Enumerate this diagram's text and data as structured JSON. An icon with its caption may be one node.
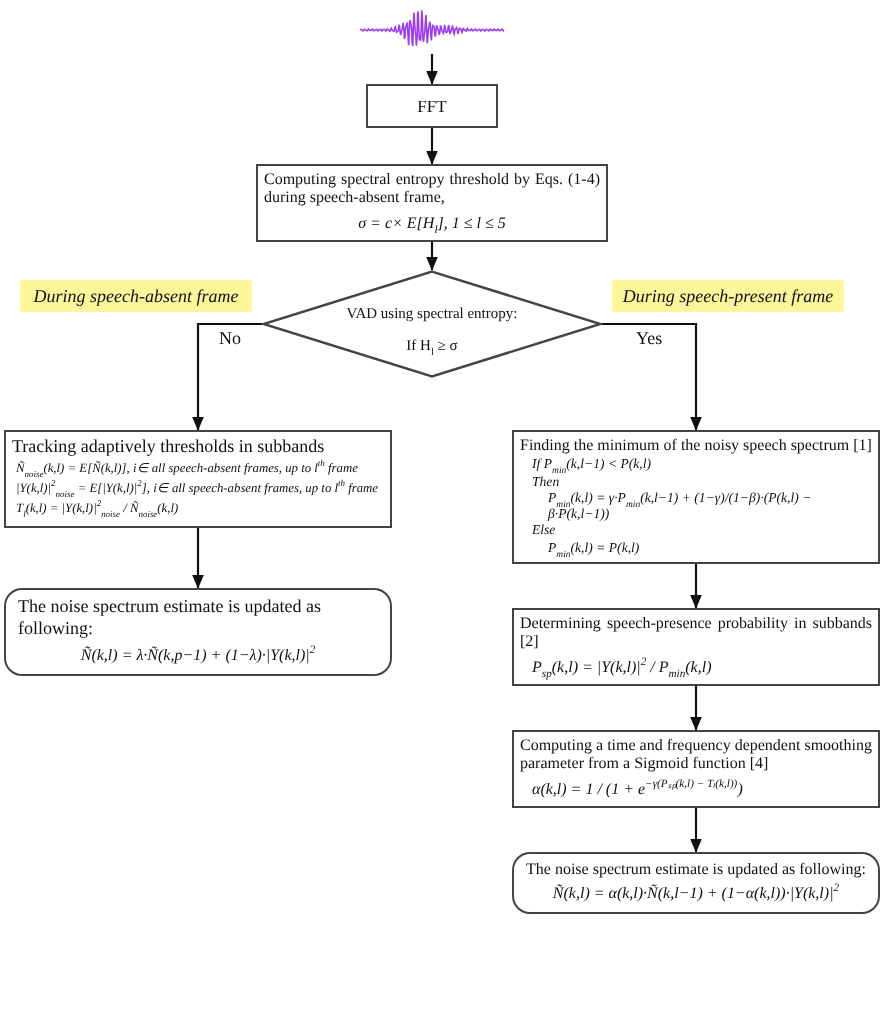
{
  "diagram": {
    "nodes": [
      {
        "text": [],
        "shape": "picture"
      },
      {
        "text": [
          "FFT"
        ]
      },
      {
        "text": [
          "Computing spectral entropy threshold by Eqs. (1-4) during speech-absent frame,",
          "σ = c× E[H$_{l}$], 1 ≤ l ≤ 5"
        ]
      },
      {
        "text": [
          "During speech-absent frame"
        ]
      },
      {
        "text": [
          "VAD using spectral entropy:",
          "If H$_{l}$ ≥ σ"
        ]
      },
      {
        "text": [
          "During speech-present frame"
        ]
      },
      {
        "text": [
          "Tracking adaptively thresholds in subbands",
          "Ñ$_{noise}$(k,l) = E[Ñ(k,l)], i∈ all speech-absent frames, up to l$^{th}$ frame",
          "|Y(k,l)|$^{2}$$_{noise}$ = E[|Y(k,l)|$^{2}$], i∈ all speech-absent frames, up to l$^{th}$ frame",
          "T$_{l}$(k,l) = |Y(k,l)|$^{2}$$_{noise}$ / Ñ$_{noise}$(k,l)"
        ]
      },
      {
        "text": [
          "The noise spectrum estimate is updated as following:",
          "Ñ(k,l) = λ·Ñ(k,p−1) + (1−λ)·|Y(k,l)|$^{2}$"
        ]
      },
      {
        "text": [
          "Finding the minimum of the noisy speech spectrum [1]",
          "If P$_{min}$(k,l−1) < P(k,l)",
          "Then",
          "P$_{min}$(k,l) = γ·P$_{min}$(k,l−1) + (1−γ)/(1−β)·(P(k,l) − β·P(k,l−1))",
          "Else",
          "P$_{min}$(k,l) = P(k,l)"
        ]
      },
      {
        "text": [
          "Determining speech-presence probability in subbands [2]",
          "P$_{sp}$(k,l) = |Y(k,l)|$^{2}$ / P$_{min}$(k,l)"
        ]
      },
      {
        "text": [
          "Computing a time and frequency dependent smoothing parameter from a Sigmoid function [4]",
          "α(k,l) = 1 / (1 + e$^{−γ(Pₛₚ(k,l) − Tₗ(k,l))}$)"
        ]
      },
      {
        "text": [
          "The noise spectrum estimate is updated as following:",
          "Ñ(k,l) = α(k,l)·Ñ(k,l−1) + (1−α(k,l))·|Y(k,l)|$^{2}$"
        ]
      }
    ],
    "edges": [
      {
        "from": 0,
        "to": 1,
        "arrow": "to"
      },
      {
        "from": 1,
        "to": 2,
        "arrow": "to"
      },
      {
        "from": 2,
        "to": 4,
        "arrow": "to"
      },
      {
        "from": 4,
        "to": 6,
        "arrow": "to",
        "label": "No"
      },
      {
        "from": 4,
        "to": 8,
        "arrow": "to",
        "label": "Yes"
      },
      {
        "from": 6,
        "to": 7,
        "arrow": "to"
      },
      {
        "from": 8,
        "to": 9,
        "arrow": "to"
      },
      {
        "from": 9,
        "to": 10,
        "arrow": "to"
      },
      {
        "from": 10,
        "to": 11,
        "arrow": "to"
      }
    ]
  }
}
